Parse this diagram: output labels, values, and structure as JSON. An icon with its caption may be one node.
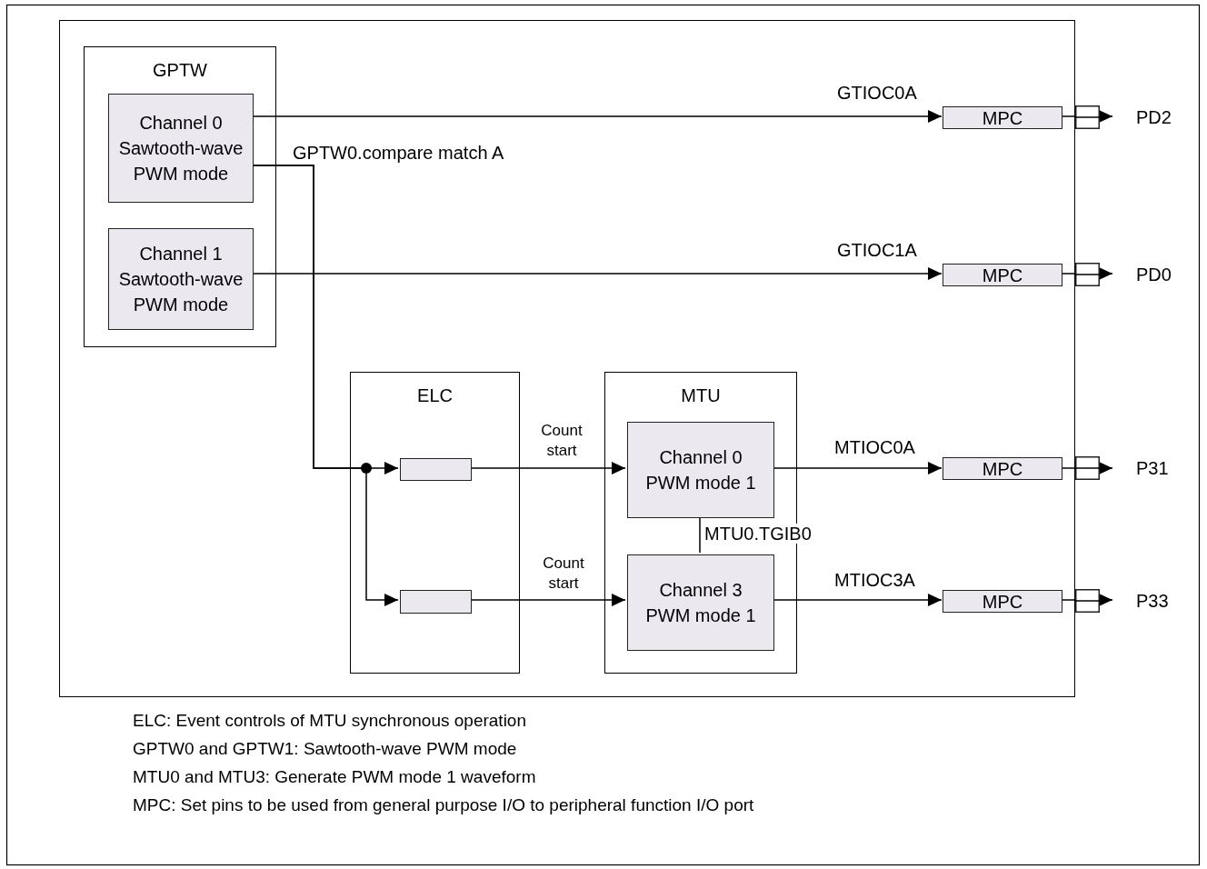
{
  "diagram": {
    "nodes": [
      {
        "text": [],
        "shape": "box"
      },
      {
        "text": [
          "GPTW"
        ],
        "in": 0
      },
      {
        "text": [
          "Channel 0 Sawtooth-wave PWM mode"
        ],
        "in": 1
      },
      {
        "text": [
          "Channel 1 Sawtooth-wave PWM mode"
        ],
        "in": 1
      },
      {
        "text": [
          "ELC"
        ],
        "in": 0
      },
      {
        "text": [],
        "shape": "box",
        "in": 4
      },
      {
        "text": [],
        "shape": "box",
        "in": 4
      },
      {
        "text": [
          "MTU"
        ],
        "in": 0
      },
      {
        "text": [
          "Channel 0 PWM mode 1"
        ],
        "in": 7
      },
      {
        "text": [
          "Channel 3 PWM mode 1"
        ],
        "in": 7
      },
      {
        "text": [
          "MPC"
        ],
        "in": 0
      },
      {
        "text": [
          "MPC"
        ],
        "in": 0
      },
      {
        "text": [
          "MPC"
        ],
        "in": 0
      },
      {
        "text": [
          "MPC"
        ],
        "in": 0
      },
      {
        "text": [],
        "shape": "box"
      },
      {
        "text": [],
        "shape": "box"
      },
      {
        "text": [],
        "shape": "box"
      },
      {
        "text": [],
        "shape": "box"
      },
      {
        "text": [
          "PD2"
        ]
      },
      {
        "text": [
          "PD0"
        ]
      },
      {
        "text": [
          "P31"
        ]
      },
      {
        "text": [
          "P33"
        ]
      }
    ],
    "edges": [
      {
        "from": 2,
        "to": 10,
        "arrow": "to",
        "label": "GTIOC0A"
      },
      {
        "from": 3,
        "to": 11,
        "arrow": "to",
        "label": "GTIOC1A"
      },
      {
        "from": 2,
        "to": 5,
        "arrow": "to",
        "label": "GPTW0.compare match A"
      },
      {
        "from": 2,
        "to": 6,
        "arrow": "to"
      },
      {
        "from": 5,
        "to": 8,
        "arrow": "to",
        "label": "Count start"
      },
      {
        "from": 6,
        "to": 9,
        "arrow": "to",
        "label": "Count start"
      },
      {
        "from": 8,
        "to": 9,
        "arrow": "none",
        "label": "MTU0.TGIB0"
      },
      {
        "from": 8,
        "to": 12,
        "arrow": "to",
        "label": "MTIOC0A"
      },
      {
        "from": 9,
        "to": 13,
        "arrow": "to",
        "label": "MTIOC3A"
      },
      {
        "from": 10,
        "to": 14,
        "arrow": "none"
      },
      {
        "from": 11,
        "to": 15,
        "arrow": "none"
      },
      {
        "from": 12,
        "to": 16,
        "arrow": "none"
      },
      {
        "from": 13,
        "to": 17,
        "arrow": "none"
      },
      {
        "from": 14,
        "to": 18,
        "arrow": "to"
      },
      {
        "from": 15,
        "to": 19,
        "arrow": "to"
      },
      {
        "from": 16,
        "to": 20,
        "arrow": "to"
      },
      {
        "from": 17,
        "to": 21,
        "arrow": "to"
      }
    ],
    "labels": [
      "ELC: Event controls of MTU synchronous operation",
      "GPTW0 and GPTW1: Sawtooth-wave PWM mode",
      "MTU0 and MTU3: Generate PWM mode 1 waveform",
      "MPC: Set pins to be used from general purpose I/O to peripheral function I/O port"
    ]
  }
}
